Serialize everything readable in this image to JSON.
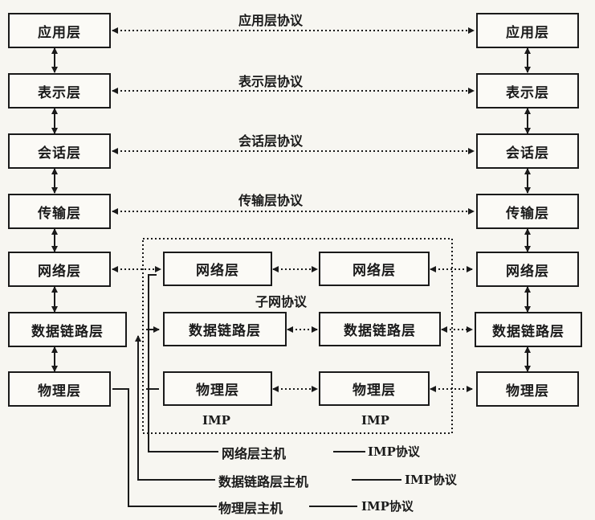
{
  "host_left": {
    "application": "应用层",
    "presentation": "表示层",
    "session": "会话层",
    "transport": "传输层",
    "network": "网络层",
    "datalink": "数据链路层",
    "physical": "物理层"
  },
  "host_right": {
    "application": "应用层",
    "presentation": "表示层",
    "session": "会话层",
    "transport": "传输层",
    "network": "网络层",
    "datalink": "数据链路层",
    "physical": "物理层"
  },
  "imp_left": {
    "network": "网络层",
    "datalink": "数据链路层",
    "physical": "物理层",
    "label": "IMP"
  },
  "imp_right": {
    "network": "网络层",
    "datalink": "数据链路层",
    "physical": "物理层",
    "label": "IMP"
  },
  "protocols": {
    "application": "应用层协议",
    "presentation": "表示层协议",
    "session": "会话层协议",
    "transport": "传输层协议",
    "subnet": "子网协议"
  },
  "legend": {
    "network_host": "网络层主机",
    "network_imp": "IMP协议",
    "datalink_host": "数据链路层主机",
    "datalink_imp": "IMP协议",
    "physical_host": "物理层主机",
    "physical_imp": "IMP协议"
  }
}
